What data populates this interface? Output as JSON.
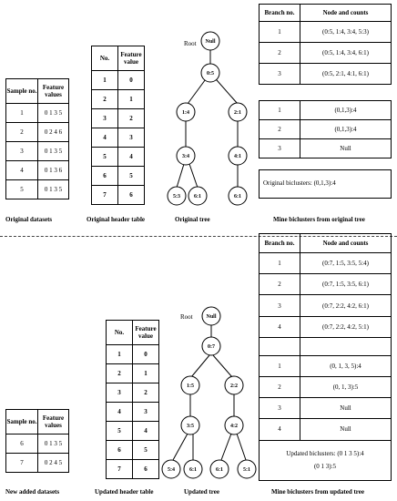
{
  "top": {
    "original_datasets": {
      "headers": [
        "Sample no.",
        "Feature values"
      ],
      "rows": [
        [
          "1",
          "0 1 3 5"
        ],
        [
          "2",
          "0 2 4 6"
        ],
        [
          "3",
          "0 1 3 5"
        ],
        [
          "4",
          "0 1 3 6"
        ],
        [
          "5",
          "0 1 3 5"
        ]
      ],
      "caption": "Original datasets"
    },
    "original_header_table": {
      "headers": [
        "No.",
        "Feature value"
      ],
      "rows": [
        [
          "1",
          "0"
        ],
        [
          "2",
          "1"
        ],
        [
          "3",
          "2"
        ],
        [
          "4",
          "3"
        ],
        [
          "5",
          "4"
        ],
        [
          "6",
          "5"
        ],
        [
          "7",
          "6"
        ]
      ],
      "caption": "Original header table"
    },
    "original_tree": {
      "root_label": "Root",
      "nodes": [
        "Null",
        "0:5",
        "1:4",
        "2:1",
        "3:4",
        "4:1",
        "5:3",
        "6:1",
        "6:1"
      ],
      "caption": "Original tree"
    },
    "branch_table": {
      "headers": [
        "Branch no.",
        "Node and counts"
      ],
      "rows": [
        [
          "1",
          "(0:5, 1:4, 3:4, 5:3)"
        ],
        [
          "2",
          "(0:5, 1:4, 3:4, 6:1)"
        ],
        [
          "3",
          "(0:5, 2:1, 4:1, 6:1)"
        ]
      ]
    },
    "cond_table": {
      "rows": [
        [
          "1",
          "(0,1,3):4"
        ],
        [
          "2",
          "(0,1,3):4"
        ],
        [
          "3",
          "Null"
        ]
      ]
    },
    "result_box": "Original biclusters:  (0,1,3):4",
    "caption": "Mine biclusters from original tree"
  },
  "bottom": {
    "new_datasets": {
      "headers": [
        "Sample no.",
        "Feature values"
      ],
      "rows": [
        [
          "6",
          "0 1 3 5"
        ],
        [
          "7",
          "0 2 4 5"
        ]
      ],
      "caption": "New added datasets"
    },
    "updated_header_table": {
      "headers": [
        "No.",
        "Feature value"
      ],
      "rows": [
        [
          "1",
          "0"
        ],
        [
          "2",
          "1"
        ],
        [
          "3",
          "2"
        ],
        [
          "4",
          "3"
        ],
        [
          "5",
          "4"
        ],
        [
          "6",
          "5"
        ],
        [
          "7",
          "6"
        ]
      ],
      "caption": "Updated header table"
    },
    "updated_tree": {
      "root_label": "Root",
      "nodes": [
        "Null",
        "0:7",
        "1:5",
        "2:2",
        "3:5",
        "4:2",
        "5:4",
        "6:1",
        "6:1",
        "5:1"
      ],
      "caption": "Updated tree"
    },
    "mine_table": {
      "headers": [
        "Branch no.",
        "Node and counts"
      ],
      "branches": [
        [
          "1",
          "(0:7, 1:5, 3:5, 5:4)"
        ],
        [
          "2",
          "(0:7, 1:5, 3:5, 6:1)"
        ],
        [
          "3",
          "(0:7, 2:2, 4:2, 6:1)"
        ],
        [
          "4",
          "(0:7, 2:2, 4:2, 5:1)"
        ]
      ],
      "conds": [
        [
          "1",
          "(0, 1, 3, 5):4"
        ],
        [
          "2",
          "(0, 1, 3):5"
        ],
        [
          "3",
          "Null"
        ],
        [
          "4",
          "Null"
        ]
      ],
      "result_line1": "Updated biclusters: (0 1 3 5):4",
      "result_line2": "(0 1 3):5"
    },
    "caption": "Mine biclusters from updated tree"
  }
}
